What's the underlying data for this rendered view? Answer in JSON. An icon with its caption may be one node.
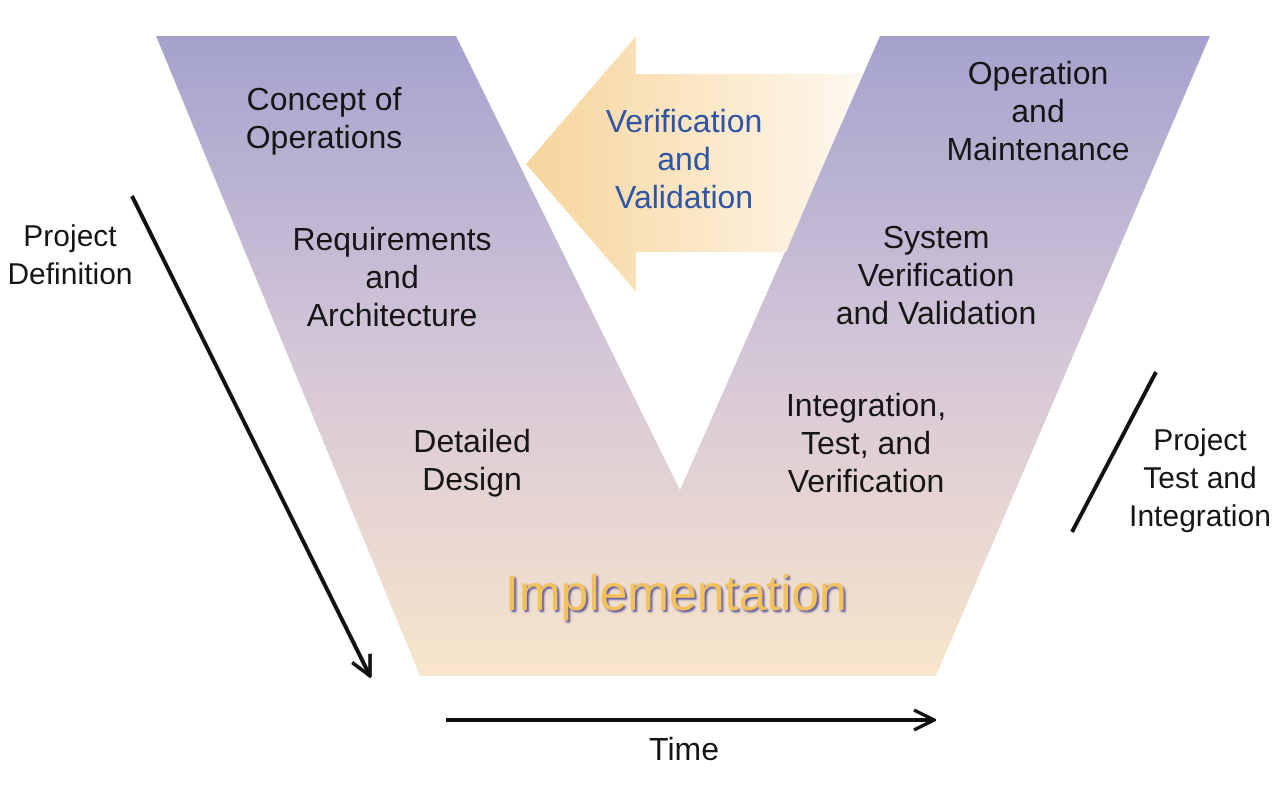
{
  "diagram": {
    "nodes": [
      {
        "text": [
          "Concept of Operations",
          "Requirements and Architecture",
          "Detailed Design",
          "Implementation",
          "Integration, Test, and Verification",
          "System Verification and Validation",
          "Operation and Maintenance"
        ]
      },
      {
        "text": [
          "Verification and Validation"
        ]
      }
    ],
    "labels": [
      "Project Definition",
      "Project Test and Integration",
      "Time"
    ]
  }
}
